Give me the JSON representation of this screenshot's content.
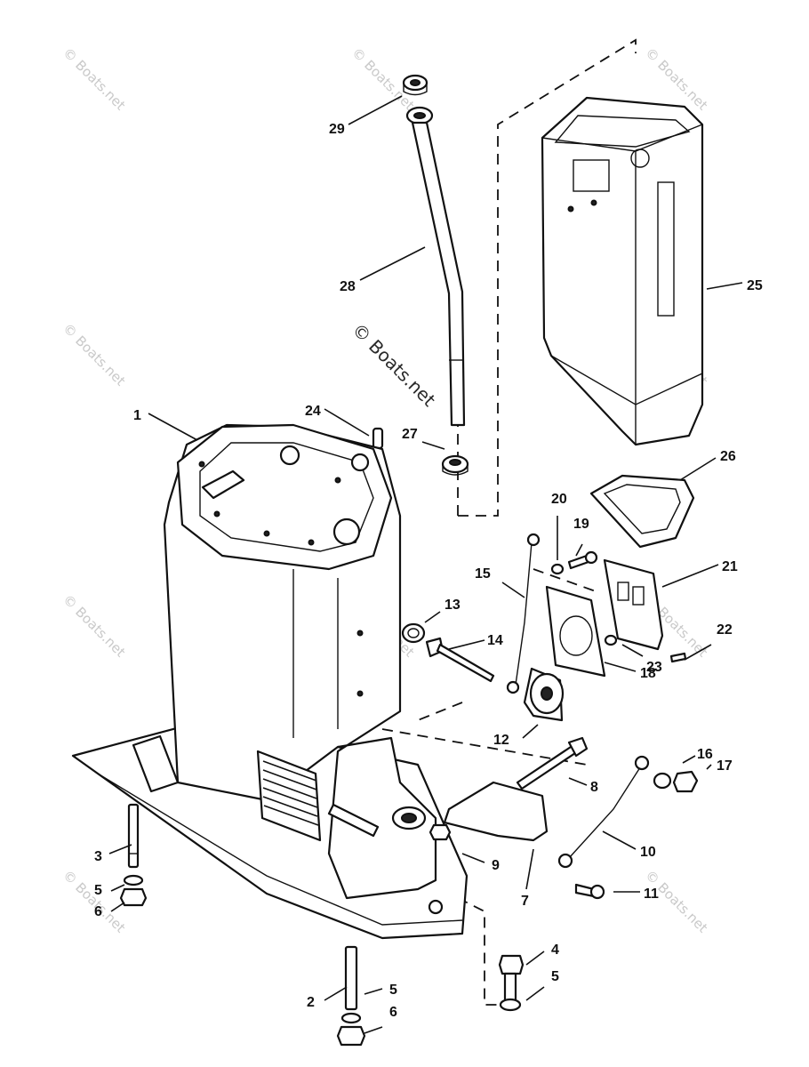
{
  "watermark": {
    "main_text": "© Boats.net",
    "faint_text": "© Boats.net"
  },
  "callouts": {
    "p1": "1",
    "p2": "2",
    "p3": "3",
    "p4": "4",
    "p5a": "5",
    "p5b": "5",
    "p5c": "5",
    "p6a": "6",
    "p6b": "6",
    "p7": "7",
    "p8": "8",
    "p9": "9",
    "p10": "10",
    "p11": "11",
    "p12": "12",
    "p13": "13",
    "p14": "14",
    "p15": "15",
    "p16": "16",
    "p17": "17",
    "p18": "18",
    "p19": "19",
    "p20": "20",
    "p21": "21",
    "p22": "22",
    "p23": "23",
    "p24": "24",
    "p25": "25",
    "p26": "26",
    "p27": "27",
    "p28": "28",
    "p29": "29"
  },
  "colors": {
    "ink": "#111111",
    "watermark_faint": "#c9c9c9",
    "background": "#ffffff"
  }
}
